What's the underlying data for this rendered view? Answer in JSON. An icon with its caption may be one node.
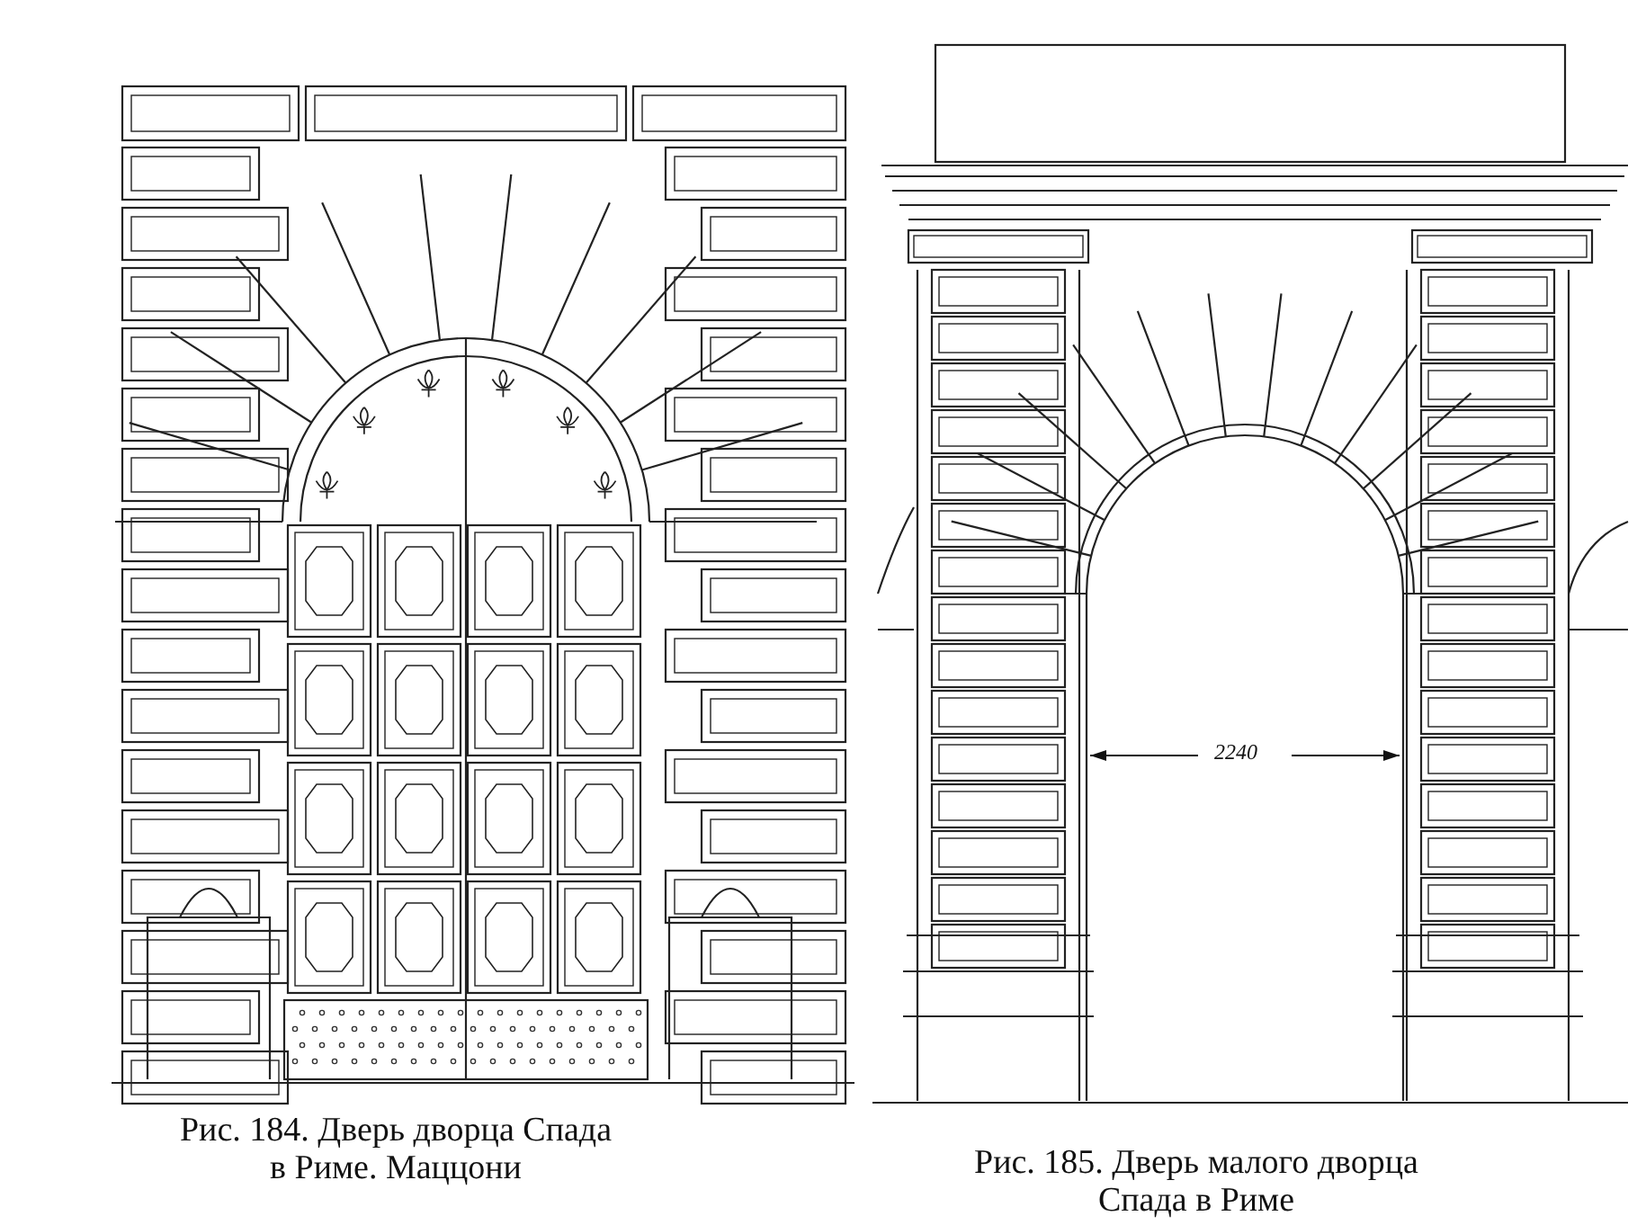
{
  "diagram": {
    "labels": [
      "Рис. 184. Дверь дворца Спада в Риме. Маццони",
      "2240",
      "Рис. 185. Дверь малого дворца Спада в Риме"
    ]
  }
}
